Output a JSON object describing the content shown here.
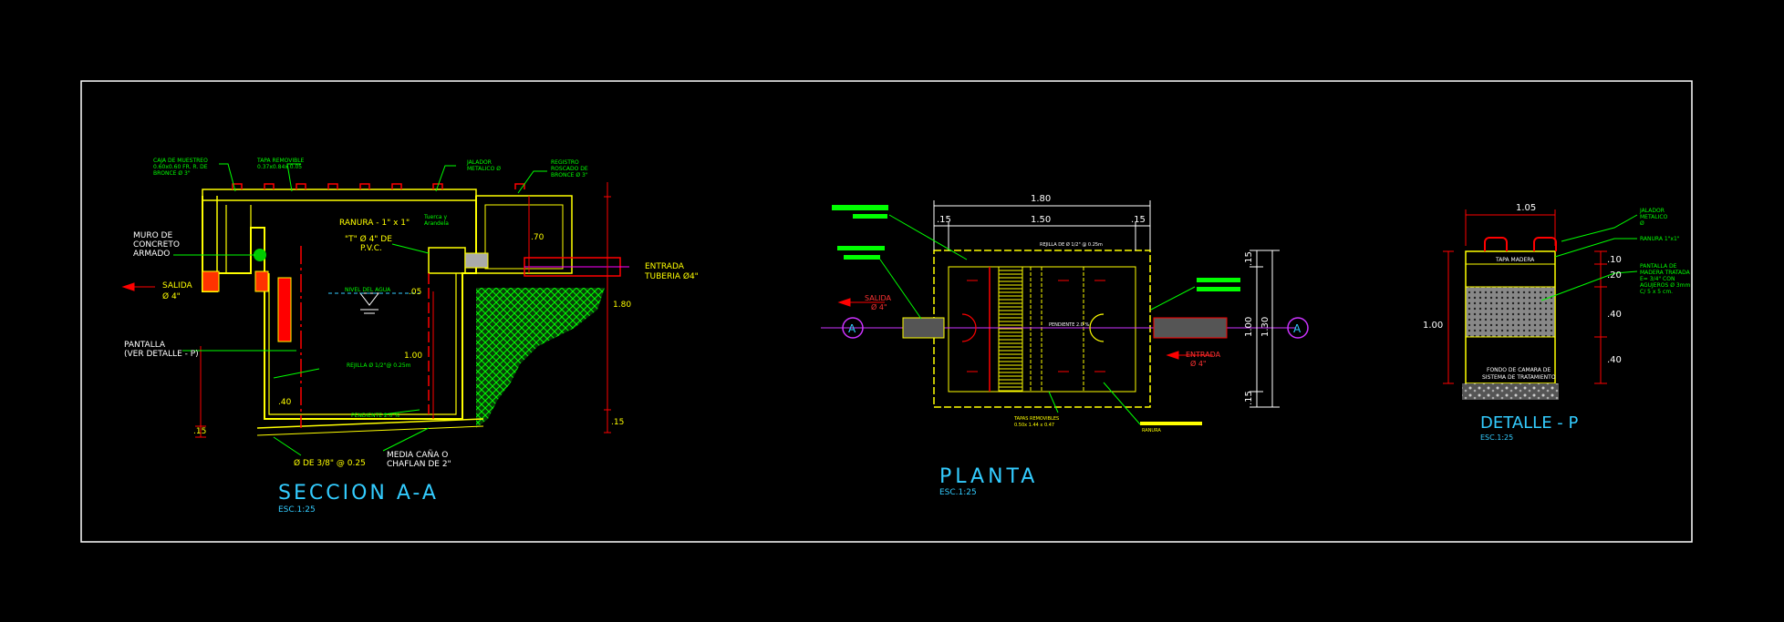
{
  "colors": {
    "background": "#000000",
    "frame": "#ffffff",
    "yellow": "#ffff00",
    "red": "#ff0000",
    "green": "#00ff00",
    "cyan": "#33ccff",
    "magenta": "#cc33ff",
    "white": "#ffffff"
  },
  "seccion": {
    "title": "SECCION  A-A",
    "scale": "ESC.1:25",
    "labels": {
      "caja": [
        "CAJA DE MUESTREO",
        "0.60x0.60 FR. R. DE",
        "BRONCE Ø 3\""
      ],
      "tapa": [
        "TAPA REMOVIBLE",
        "0.37x0.84x 0.05"
      ],
      "jalador": [
        "JALADOR",
        "METALICO Ø"
      ],
      "registro": [
        "REGISTRO",
        "ROSCADO DE",
        "BRONCE Ø 3\""
      ],
      "muro": [
        "MURO DE",
        "CONCRETO",
        "ARMADO"
      ],
      "ranura": "RANURA - 1\" x 1\"",
      "tee": [
        "\"T\" Ø 4\" DE",
        "P.V.C."
      ],
      "tuerca": [
        "Tuerca y",
        "Arandela"
      ],
      "salida": "SALIDA",
      "salida_dia": "Ø 4\"",
      "entrada": [
        "ENTRADA",
        "TUBERIA Ø4\""
      ],
      "nivel": "NIVEL DEL AGUA",
      "pantalla": [
        "PANTALLA",
        "(VER DETALLE - P)"
      ],
      "rejilla": "REJILLA Ø 1/2\"@ 0.25m",
      "pendiente": "PENDIENTE 2.0 %",
      "acero": "Ø DE 3/8\" @ 0.25",
      "media": [
        "MEDIA CAÑA O",
        "CHAFLAN DE 2\""
      ],
      "dims": {
        "h1": ".70",
        "h2": "1.80",
        "h3": ".05",
        "h4": "1.00",
        "h5": ".40",
        "h6": ".15",
        "h7": ".15"
      }
    }
  },
  "planta": {
    "title": "PLANTA",
    "scale": "ESC.1:25",
    "labels": {
      "top_total": "1.80",
      "top_left": ".15",
      "top_mid": "1.50",
      "top_right": ".15",
      "right_top": ".15",
      "right_mid": "1.00",
      "right_total": "1.30",
      "right_bot": ".15",
      "salida": "SALIDA",
      "salida_dia": "Ø 4\"",
      "entrada": "ENTRADA",
      "entrada_dia": "Ø 4\"",
      "marker": "A",
      "rejilla": "REJILLA DE Ø 1/2\" @ 0.25m",
      "pendiente": "PENDIENTE 2.0 %",
      "tapas": [
        "TAPAS REMOVIBLES",
        "0.50x 1.44 x 0.47"
      ],
      "ranura": "RANURA"
    }
  },
  "detalle": {
    "title": "DETALLE - P",
    "scale": "ESC.1:25",
    "labels": {
      "width": "1.05",
      "height": "1.00",
      "d1": ".10",
      "d2": ".20",
      "d3": ".40",
      "d4": ".40",
      "jalador": [
        "JALADOR",
        "METALICO",
        "Ø"
      ],
      "ranura": "RANURA 1\"x1\"",
      "pantalla": [
        "PANTALLA DE",
        "MADERA TRATADA",
        "E= 3/4\" CON",
        "AGUJEROS Ø 3mm",
        "C/ 5 x 5 cm."
      ],
      "fondo": [
        "FONDO DE CAMARA DE",
        "SISTEMA DE TRATAMIENTO"
      ],
      "top": "TAPA MADERA"
    }
  }
}
